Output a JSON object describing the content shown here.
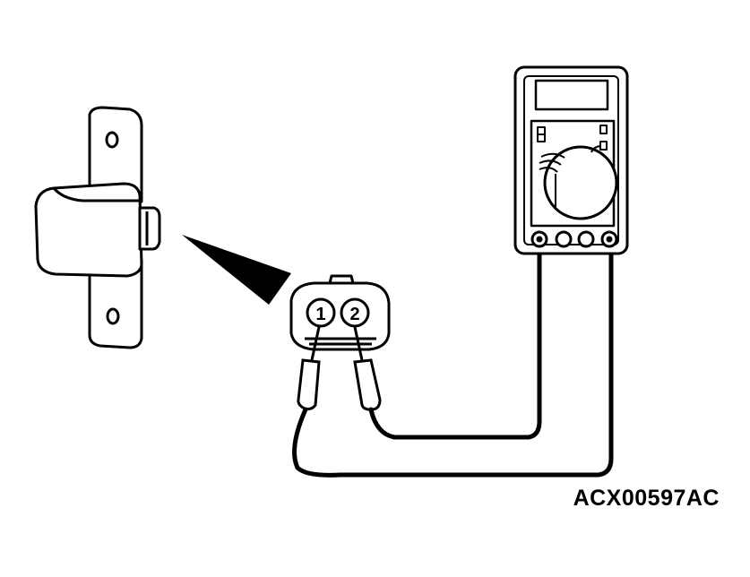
{
  "figure": {
    "code": "ACX00597AC",
    "connector_pins": [
      "1",
      "2"
    ]
  },
  "colors": {
    "line": "#000000",
    "background": "#ffffff"
  }
}
